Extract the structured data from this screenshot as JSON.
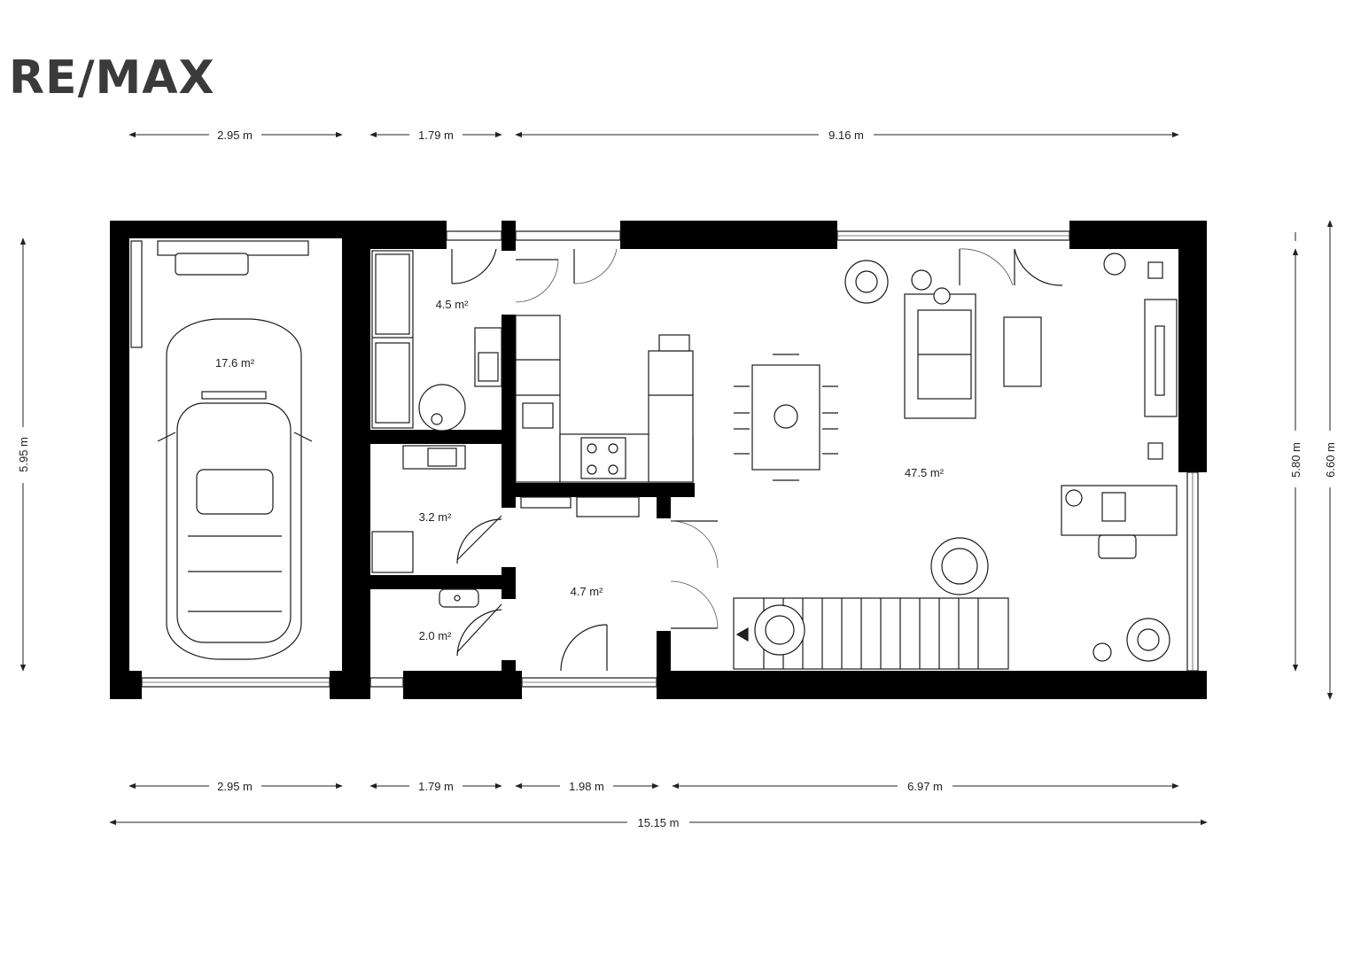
{
  "logo": {
    "text": "RE/MAX",
    "color": "#3a3a3a"
  },
  "rooms": [
    {
      "id": "garage",
      "area": "17.6 m²"
    },
    {
      "id": "storage",
      "area": "4.5 m²"
    },
    {
      "id": "utility",
      "area": "3.2 m²"
    },
    {
      "id": "wc",
      "area": "2.0 m²"
    },
    {
      "id": "hall",
      "area": "4.7 m²"
    },
    {
      "id": "living",
      "area": "47.5 m²"
    }
  ],
  "dimensions": {
    "top": [
      "2.95 m",
      "1.79 m",
      "9.16 m"
    ],
    "bottom": [
      "2.95 m",
      "1.79 m",
      "1.98 m",
      "6.97 m"
    ],
    "total": "15.15 m",
    "left": "5.95 m",
    "right_inner": "5.80 m",
    "right_outer": "6.60 m"
  },
  "colors": {
    "wall": "#000000",
    "line": "#1a1a1a",
    "text": "#222222"
  }
}
